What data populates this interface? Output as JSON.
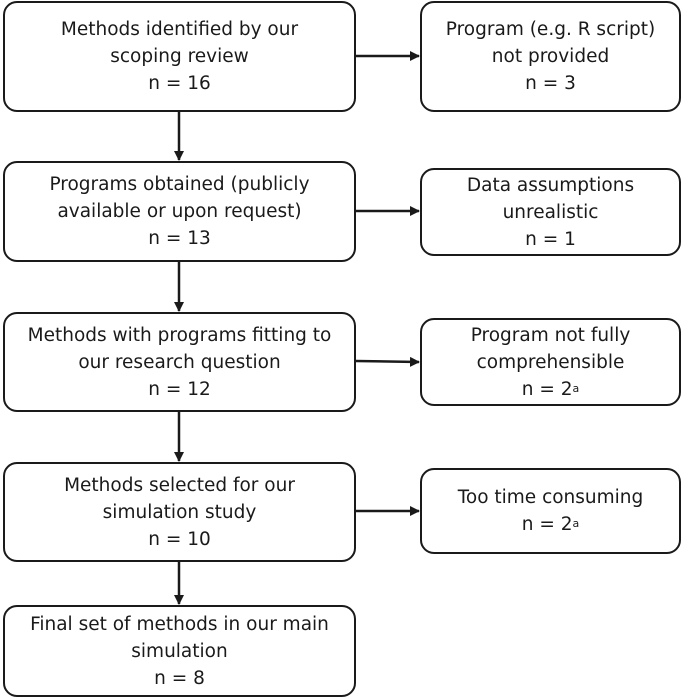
{
  "steps": [
    {
      "lines": [
        "Methods identified by our",
        "scoping review"
      ],
      "n": "n = 16"
    },
    {
      "lines": [
        "Programs obtained (publicly",
        "available or upon request)"
      ],
      "n": "n = 13"
    },
    {
      "lines": [
        "Methods with programs fitting to",
        "our research question"
      ],
      "n": "n = 12"
    },
    {
      "lines": [
        "Methods selected for our",
        "simulation study"
      ],
      "n": "n = 10"
    },
    {
      "lines": [
        "Final set of methods in our main",
        "simulation"
      ],
      "n": "n = 8"
    }
  ],
  "exclusions": [
    {
      "lines": [
        "Program (e.g. R script)",
        "not provided"
      ],
      "n": "n = 3",
      "sup": ""
    },
    {
      "lines": [
        "Data assumptions",
        "unrealistic"
      ],
      "n": "n = 1",
      "sup": ""
    },
    {
      "lines": [
        "Program not fully",
        "comprehensible"
      ],
      "n": "n = 2",
      "sup": "a"
    },
    {
      "lines": [
        "Too time consuming"
      ],
      "n": "n = 2",
      "sup": "a"
    }
  ]
}
